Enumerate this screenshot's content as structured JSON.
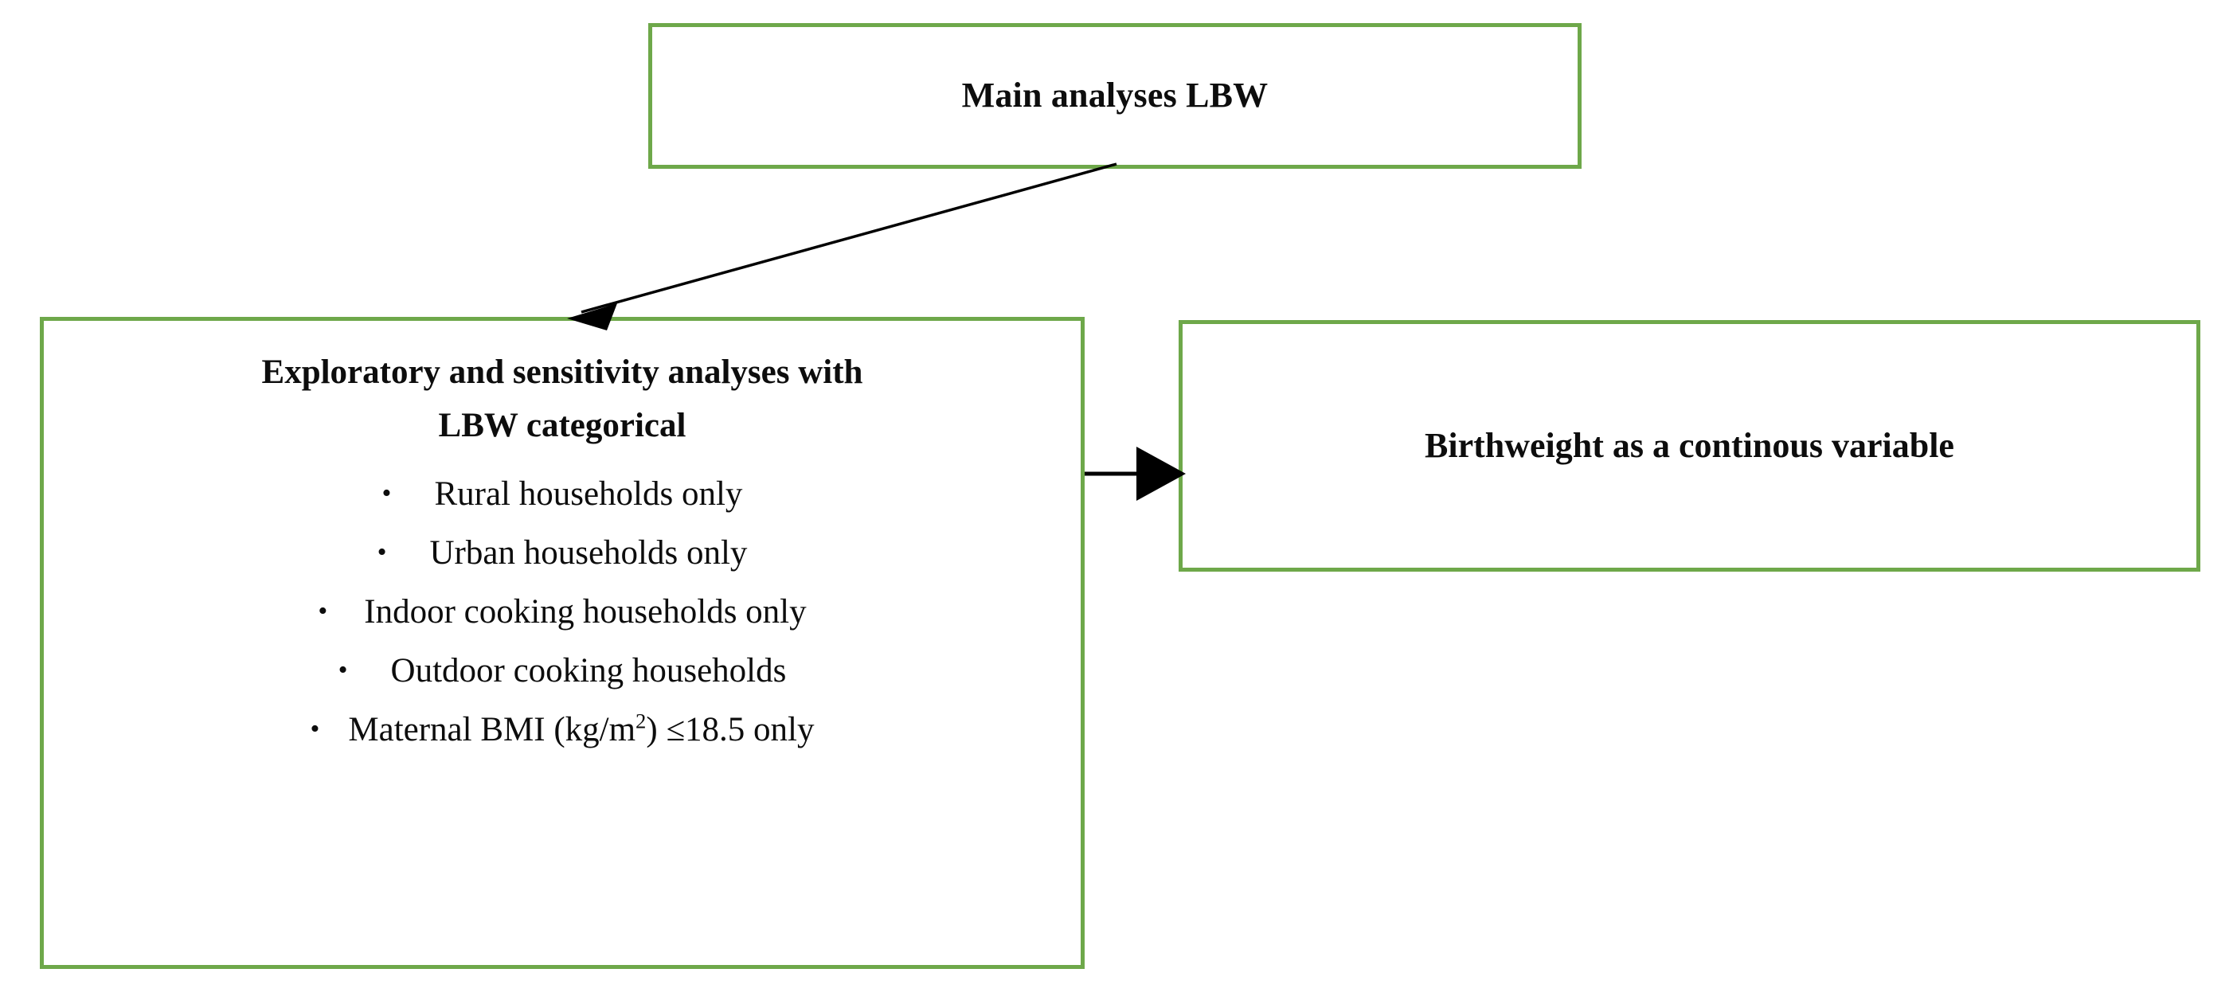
{
  "diagram": {
    "title": "Analysis plan flow diagram",
    "accent_color": "#6EA84A",
    "text_color": "#0d0d0d",
    "arrow_color": "#000000",
    "boxes": {
      "main": {
        "label": "Main analyses LBW"
      },
      "exploratory": {
        "heading_line1": "Exploratory and sensitivity analyses with",
        "heading_line2": "LBW categorical",
        "bullets": [
          {
            "marker": "•",
            "text": "Rural households only"
          },
          {
            "marker": "•",
            "text": "Urban households only"
          },
          {
            "marker": "•",
            "text": "Indoor cooking households only"
          },
          {
            "marker": "•",
            "text": "Outdoor cooking households"
          },
          {
            "marker": "•",
            "text_before": "Maternal BMI (kg/m",
            "superscript": "2",
            "text_after": ") ≤18.5 only"
          }
        ]
      },
      "birthweight": {
        "label": "Birthweight as a continous variable"
      }
    },
    "arrows": [
      {
        "name": "main-to-exploratory",
        "from": "main",
        "to": "exploratory",
        "style": "diagonal"
      },
      {
        "name": "exploratory-to-birthweight",
        "from": "exploratory",
        "to": "birthweight",
        "style": "horizontal"
      }
    ]
  }
}
